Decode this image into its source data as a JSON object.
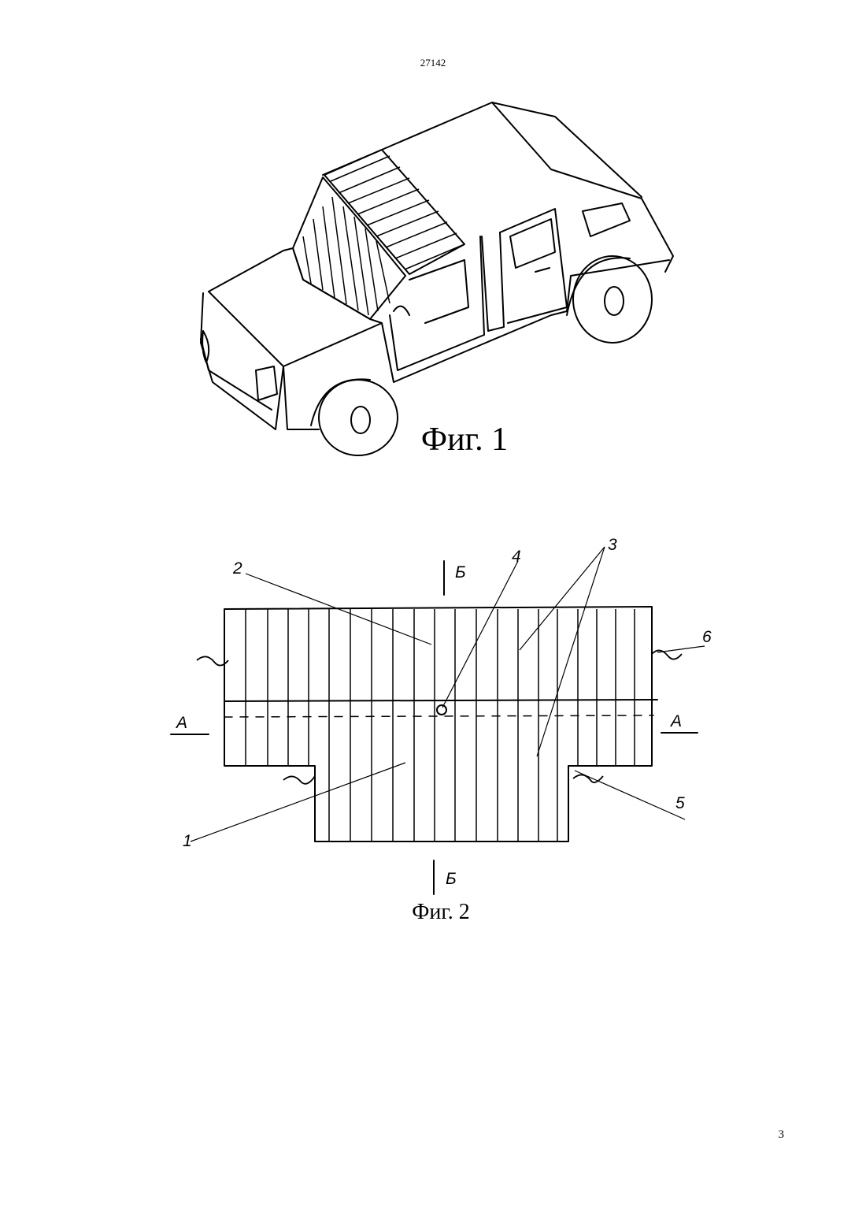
{
  "document": {
    "doc_number": "27142",
    "page_number": "3"
  },
  "figure1": {
    "caption": "Фиг. 1"
  },
  "figure2": {
    "caption": "Фиг. 2",
    "labels": {
      "part_1": "1",
      "part_2": "2",
      "part_3": "3",
      "part_4": "4",
      "part_5": "5",
      "part_6": "6",
      "section_a_left": "А",
      "section_a_right": "А",
      "section_b_top": "Б",
      "section_b_bottom": "Б"
    }
  }
}
